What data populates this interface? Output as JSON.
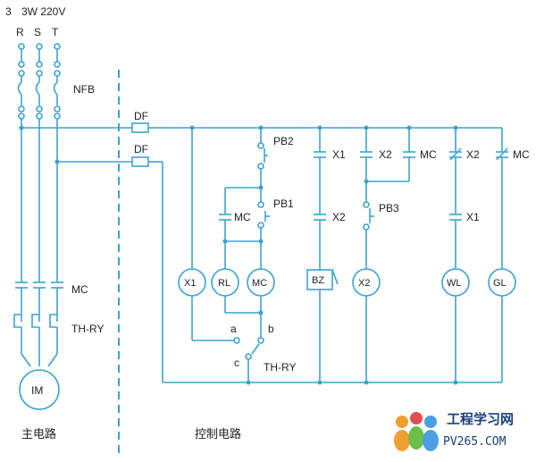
{
  "header": {
    "phase": "3",
    "supply": "3W 220V"
  },
  "phases": [
    "R",
    "S",
    "T"
  ],
  "labels": {
    "nfb": "NFB",
    "df_top": "DF",
    "df_bottom": "DF",
    "mc_main": "MC",
    "thry_main": "TH-RY",
    "motor": "IM",
    "pb2": "PB2",
    "pb1": "PB1",
    "mc_aux": "MC",
    "pb3": "PB3",
    "x1_contact": "X1",
    "x2_contact_a": "X2",
    "x2_contact_b": "X2",
    "mc_contact_b": "MC",
    "x2_contact_c": "X2",
    "x2_coil_contact": "X2",
    "x1_contact_b": "X1",
    "mc_contact_c": "MC",
    "thry_ctrl": "TH-RY",
    "terminal_a": "a",
    "terminal_b": "b",
    "terminal_c": "c"
  },
  "coils": {
    "x1": "X1",
    "rl": "RL",
    "mc": "MC",
    "bz": "BZ",
    "x2": "X2",
    "wl": "WL",
    "gl": "GL"
  },
  "captions": {
    "main_circuit": "主电路",
    "control_circuit": "控制电路"
  },
  "watermark": {
    "title": "工程学习网",
    "url": "PV265.COM"
  },
  "colors": {
    "wire": "#3ba3cf",
    "text": "#222222",
    "watermark": "#1a3f78"
  }
}
